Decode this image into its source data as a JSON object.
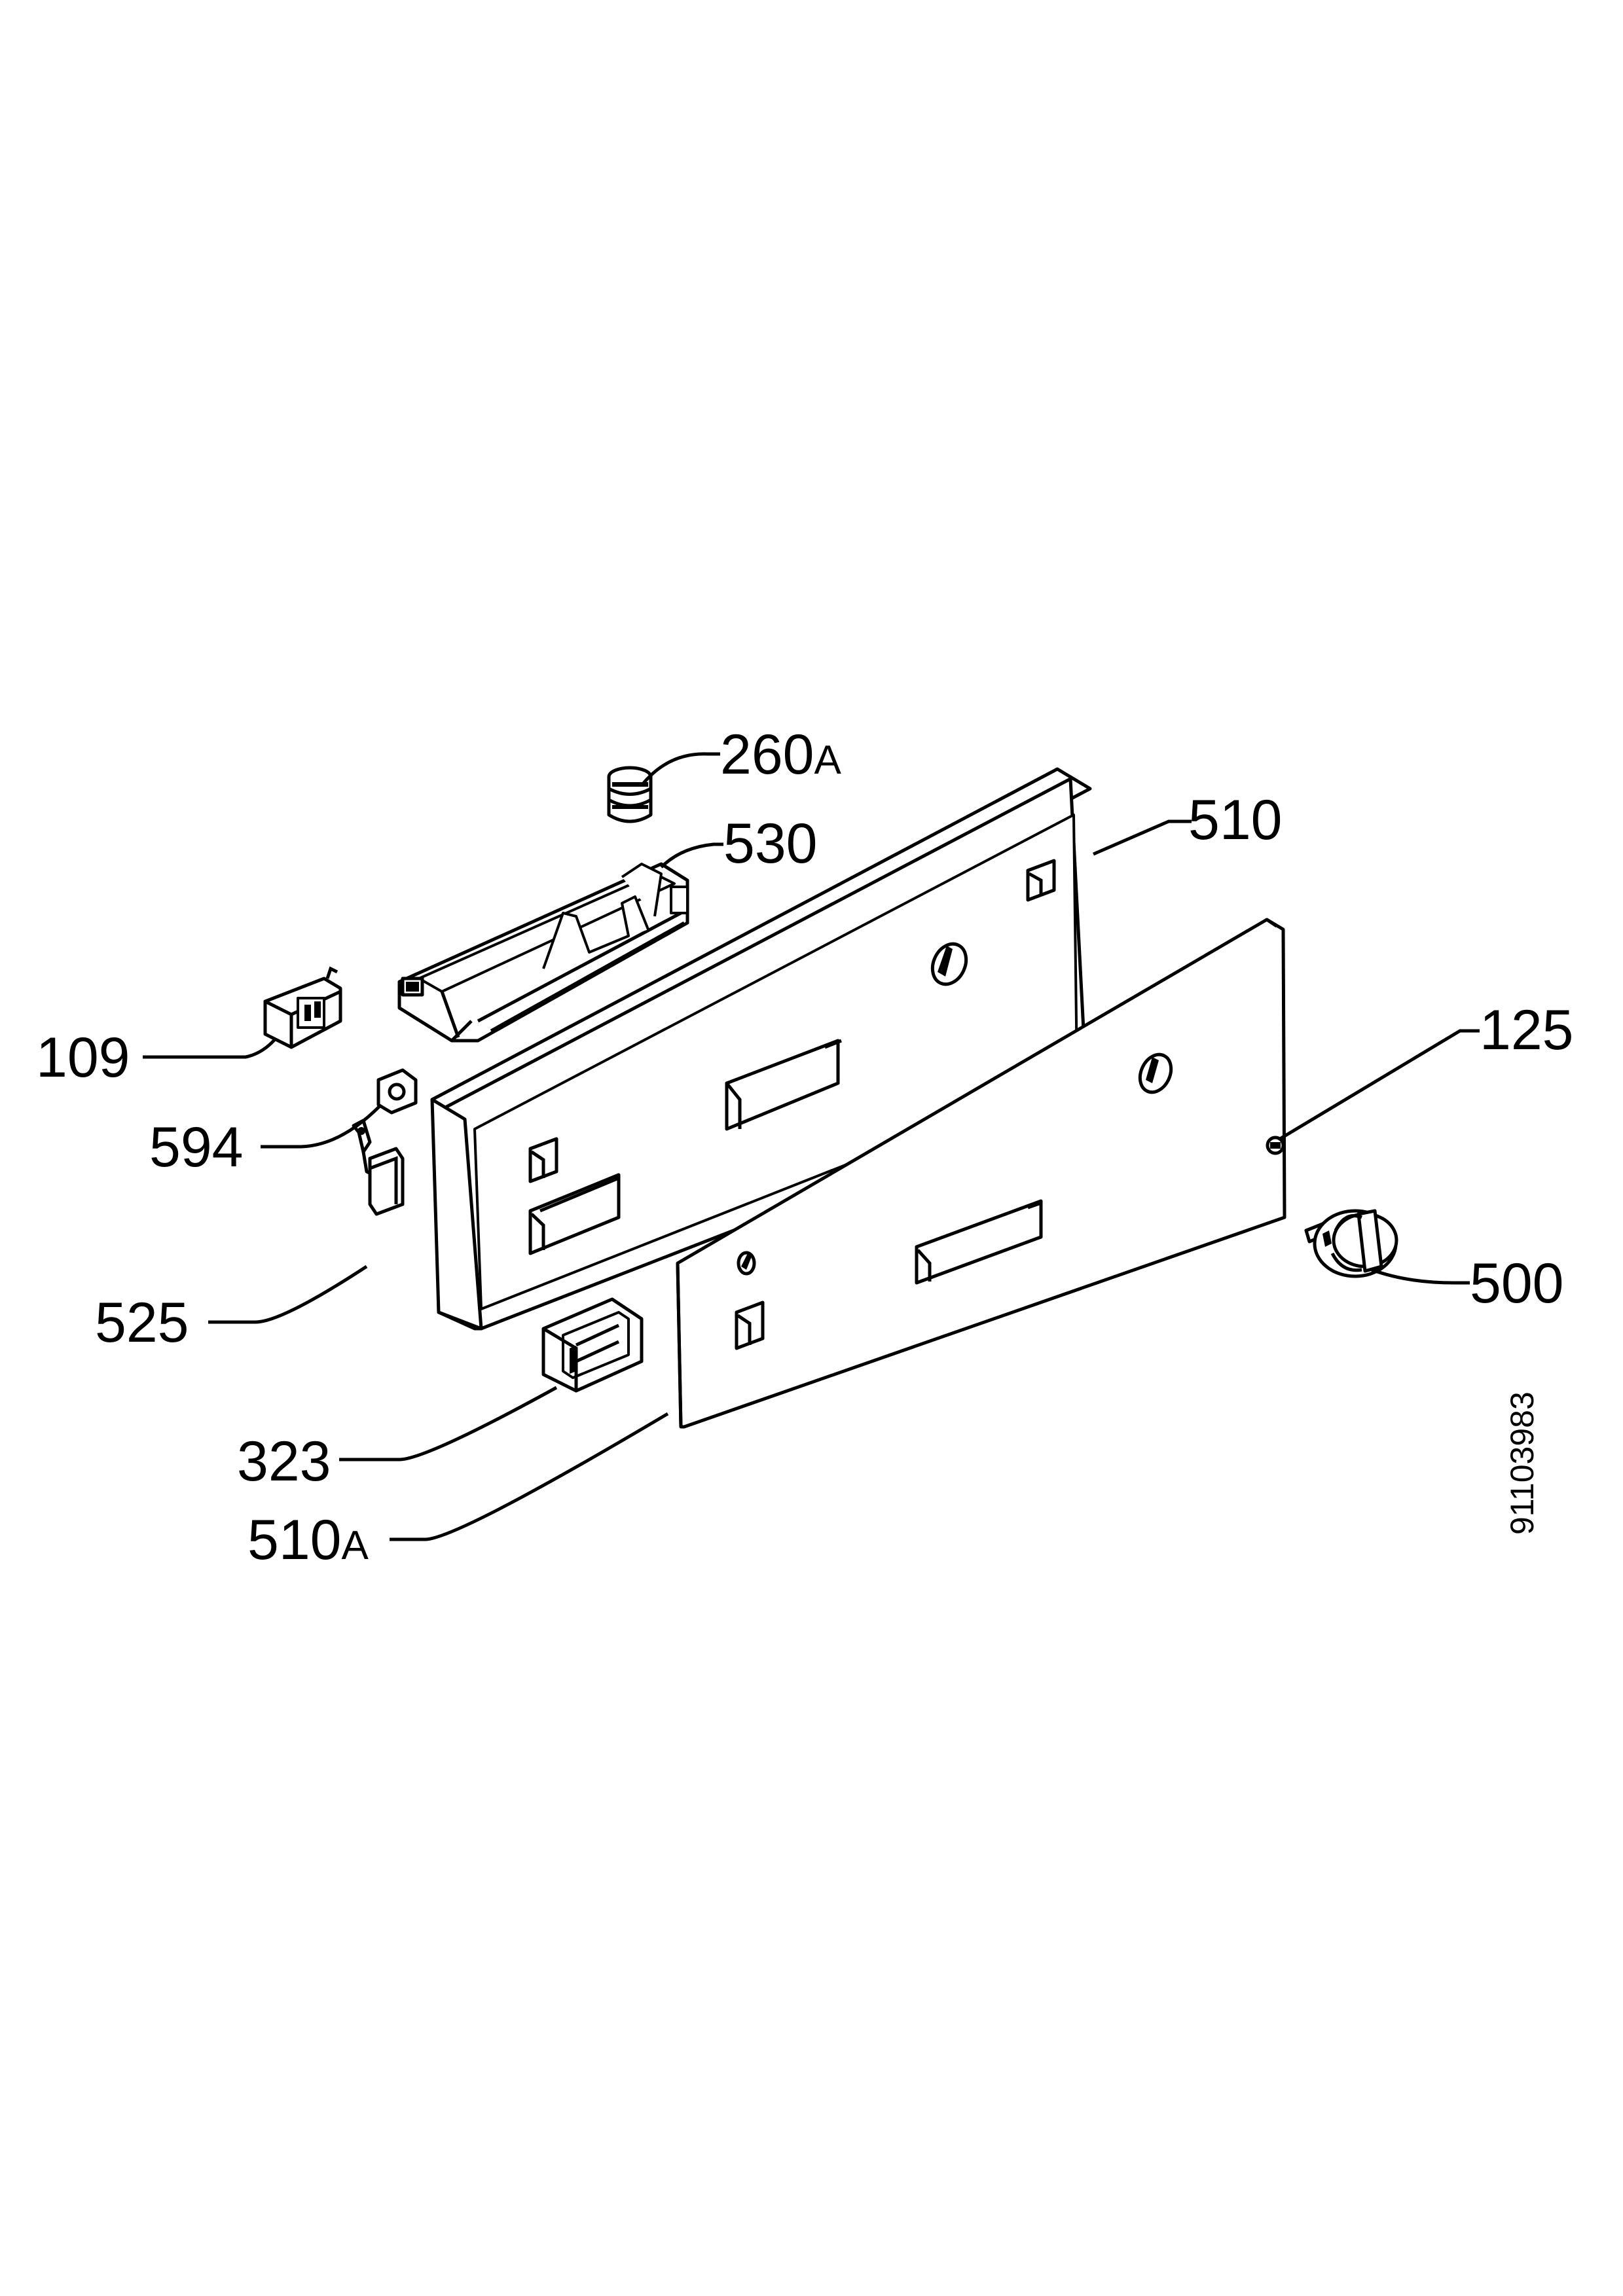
{
  "diagram": {
    "callouts": [
      {
        "id": "260",
        "suffix": "A"
      },
      {
        "id": "530",
        "suffix": ""
      },
      {
        "id": "510",
        "suffix": ""
      },
      {
        "id": "109",
        "suffix": ""
      },
      {
        "id": "125",
        "suffix": ""
      },
      {
        "id": "594",
        "suffix": ""
      },
      {
        "id": "500",
        "suffix": ""
      },
      {
        "id": "525",
        "suffix": ""
      },
      {
        "id": "323",
        "suffix": ""
      },
      {
        "id": "510",
        "suffix": "A"
      }
    ],
    "document_number": "91103983"
  }
}
